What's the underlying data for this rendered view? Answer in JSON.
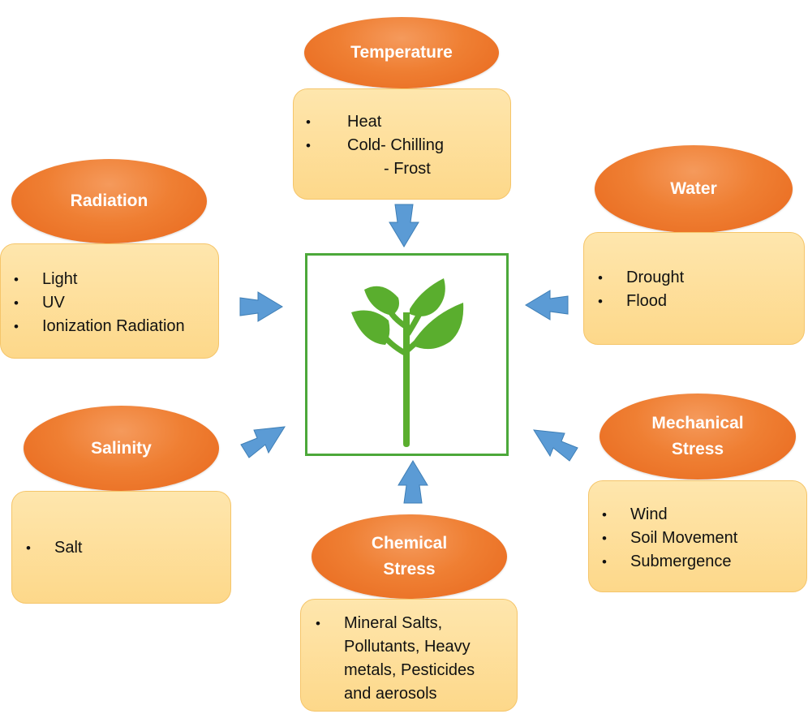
{
  "factors": {
    "temperature": {
      "title": [
        "Temperature"
      ],
      "items": [
        "Heat",
        "Cold- Chilling"
      ],
      "sub": "- Frost"
    },
    "radiation": {
      "title": [
        "Radiation"
      ],
      "items": [
        "Light",
        "UV",
        "Ionization Radiation"
      ]
    },
    "water": {
      "title": [
        "Water"
      ],
      "items": [
        "Drought",
        "Flood"
      ]
    },
    "salinity": {
      "title": [
        "Salinity"
      ],
      "items": [
        "Salt"
      ]
    },
    "mechanical": {
      "title": [
        "Mechanical",
        "Stress"
      ],
      "items": [
        "Wind",
        "Soil Movement",
        "Submergence"
      ]
    },
    "chemical": {
      "title": [
        "Chemical",
        "Stress"
      ],
      "items": [
        "Mineral Salts,",
        "Pollutants, Heavy",
        "metals, Pesticides",
        "and aerosols"
      ]
    }
  },
  "center_icon": "plant-icon",
  "colors": {
    "oval": "#ef7f33",
    "box": "#fdd88a",
    "box_border": "#f5c56a",
    "arrow": "#5b9bd5",
    "plant": "#5aae2e",
    "frame": "#4ca83a"
  }
}
